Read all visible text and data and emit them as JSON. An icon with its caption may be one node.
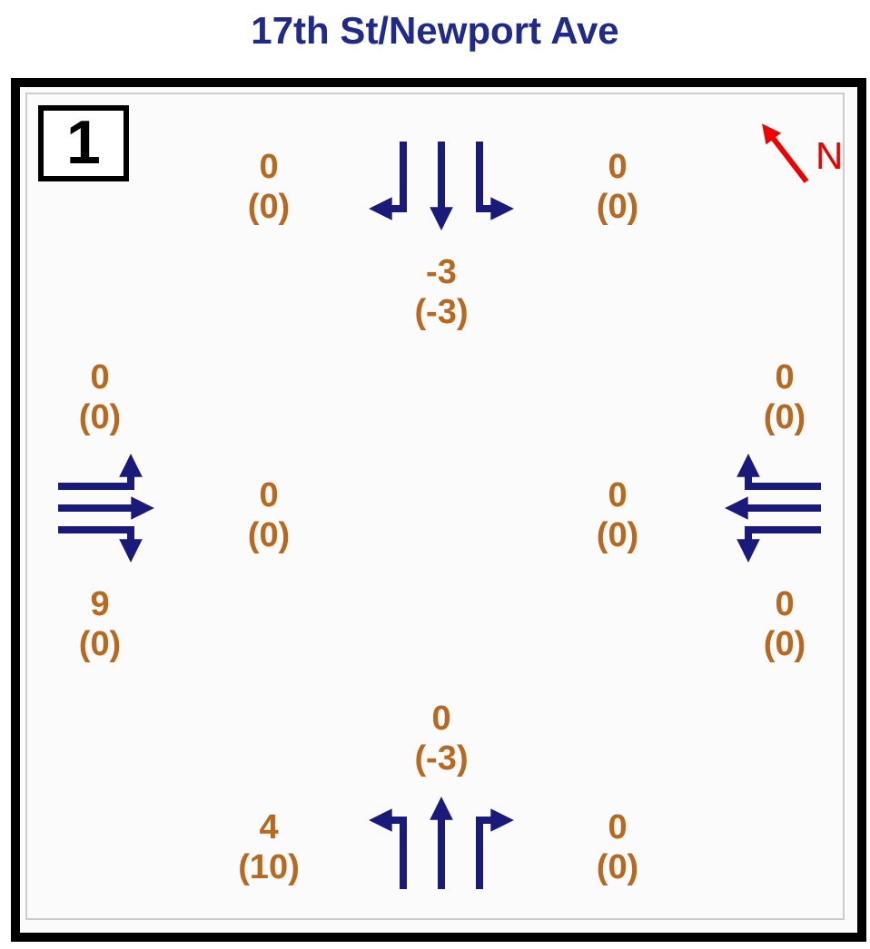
{
  "diagram": {
    "title": "17th St/Newport Ave",
    "labels": [
      "1",
      "0 (0)",
      "0 (0)",
      "N",
      "-3 (-3)",
      "0 (0)",
      "0 (0)",
      "0 (0)",
      "0 (0)",
      "9 (0)",
      "0 (0)",
      "0 (-3)",
      "4 (10)",
      "0 (0)"
    ]
  }
}
